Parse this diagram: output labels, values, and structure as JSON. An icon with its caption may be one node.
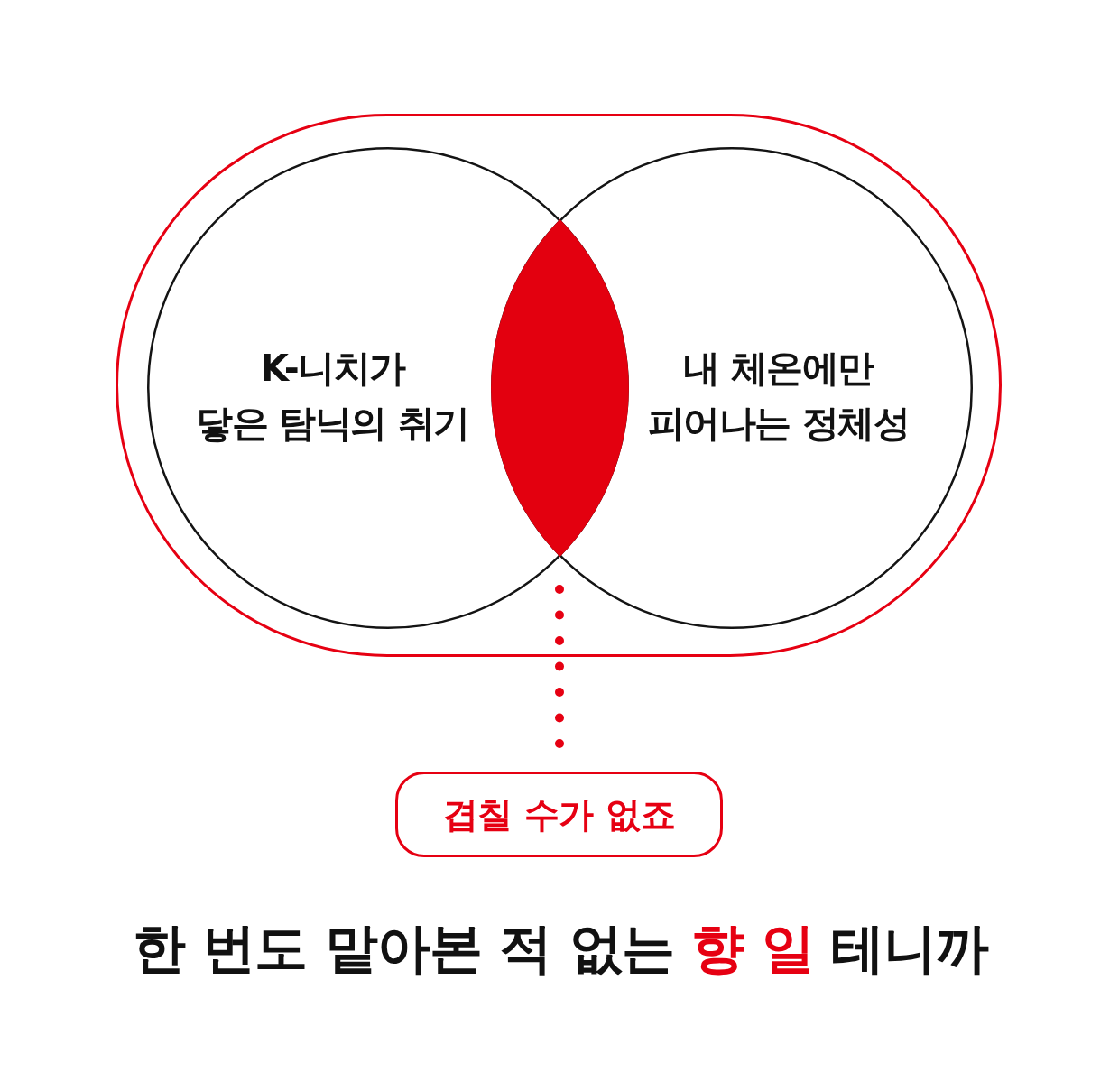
{
  "diagram": {
    "caption": "한 번도 맡아본 적 없는 **향 일** 테니까",
    "nodes": [
      {
        "text": [],
        "shape": "box"
      },
      {
        "text": [
          "K-니치가 닿은 탐닉의 취기"
        ],
        "in": 0
      },
      {
        "text": [],
        "shape": "lens"
      },
      {
        "text": [
          "내 체온에만 피어나는 정체성"
        ],
        "in": 0
      },
      {
        "text": [
          "겹칠 수가 없죠"
        ]
      }
    ],
    "edges": [
      {
        "from": 4,
        "to": 2,
        "arrow": "none",
        "style": "dashed",
        "color": "#e60012"
      }
    ]
  }
}
